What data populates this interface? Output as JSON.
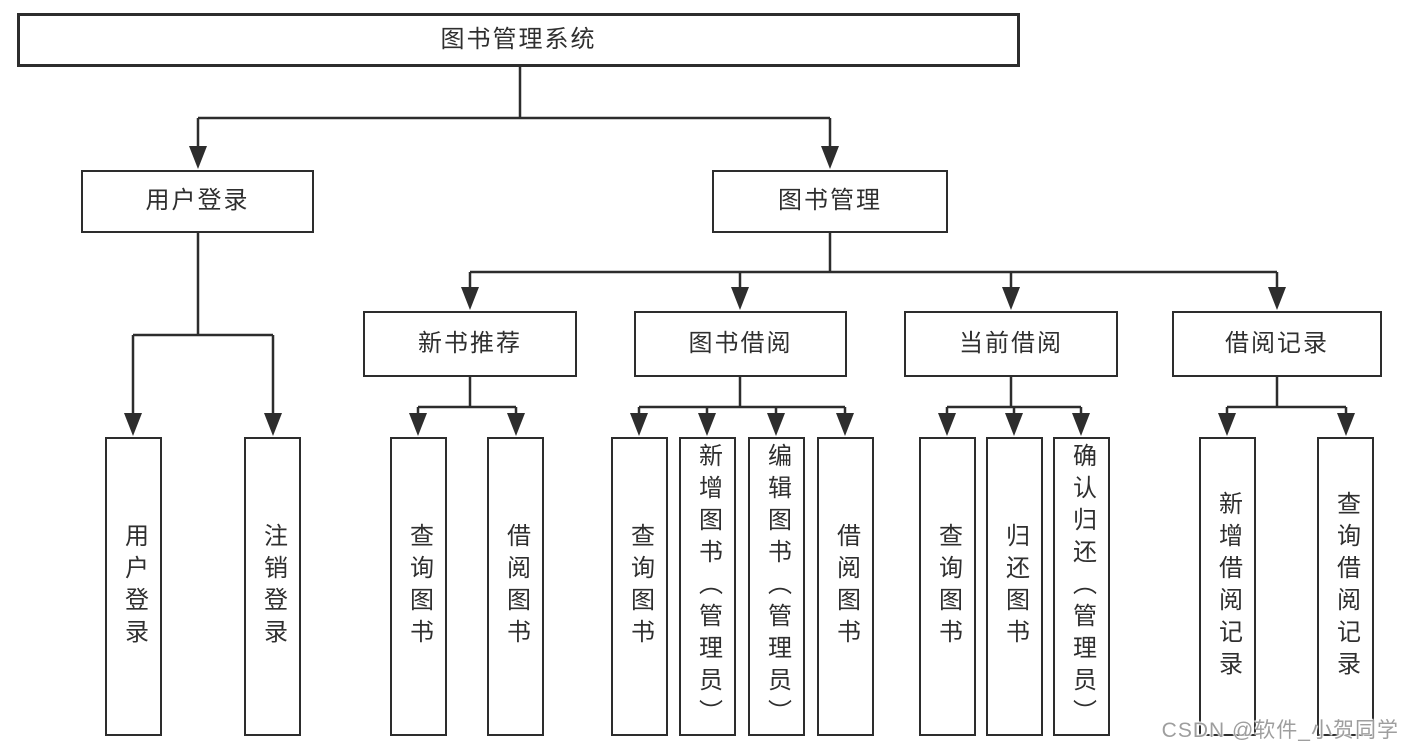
{
  "diagram_title": "图书管理系统",
  "nodes": {
    "root": {
      "label": "图书管理系统"
    },
    "level2": [
      {
        "label": "用户登录"
      },
      {
        "label": "图书管理"
      }
    ],
    "level3": [
      {
        "label": "新书推荐"
      },
      {
        "label": "图书借阅"
      },
      {
        "label": "当前借阅"
      },
      {
        "label": "借阅记录"
      }
    ],
    "leaves": [
      {
        "label": "用户登录"
      },
      {
        "label": "注销登录"
      },
      {
        "label": "查询图书"
      },
      {
        "label": "借阅图书"
      },
      {
        "label": "查询图书"
      },
      {
        "label": "新增图书（管理员）"
      },
      {
        "label": "编辑图书（管理员）"
      },
      {
        "label": "借阅图书"
      },
      {
        "label": "查询图书"
      },
      {
        "label": "归还图书"
      },
      {
        "label": "确认归还（管理员）"
      },
      {
        "label": "新增借阅记录"
      },
      {
        "label": "查询借阅记录"
      }
    ]
  },
  "structure": [
    {
      "parent": "图书管理系统",
      "children": [
        "用户登录",
        "图书管理"
      ]
    },
    {
      "parent": "用户登录",
      "children": [
        "用户登录",
        "注销登录"
      ]
    },
    {
      "parent": "图书管理",
      "children": [
        "新书推荐",
        "图书借阅",
        "当前借阅",
        "借阅记录"
      ]
    },
    {
      "parent": "新书推荐",
      "children": [
        "查询图书",
        "借阅图书"
      ]
    },
    {
      "parent": "图书借阅",
      "children": [
        "查询图书",
        "新增图书（管理员）",
        "编辑图书（管理员）",
        "借阅图书"
      ]
    },
    {
      "parent": "当前借阅",
      "children": [
        "查询图书",
        "归还图书",
        "确认归还（管理员）"
      ]
    },
    {
      "parent": "借阅记录",
      "children": [
        "新增借阅记录",
        "查询借阅记录"
      ]
    }
  ],
  "watermark": {
    "text": "CSDN @软件_小贺同学"
  },
  "colors": {
    "line": "#2d2d2d",
    "text": "#2f2f2f",
    "background": "#ffffff",
    "watermark": "#9e9e9e"
  }
}
